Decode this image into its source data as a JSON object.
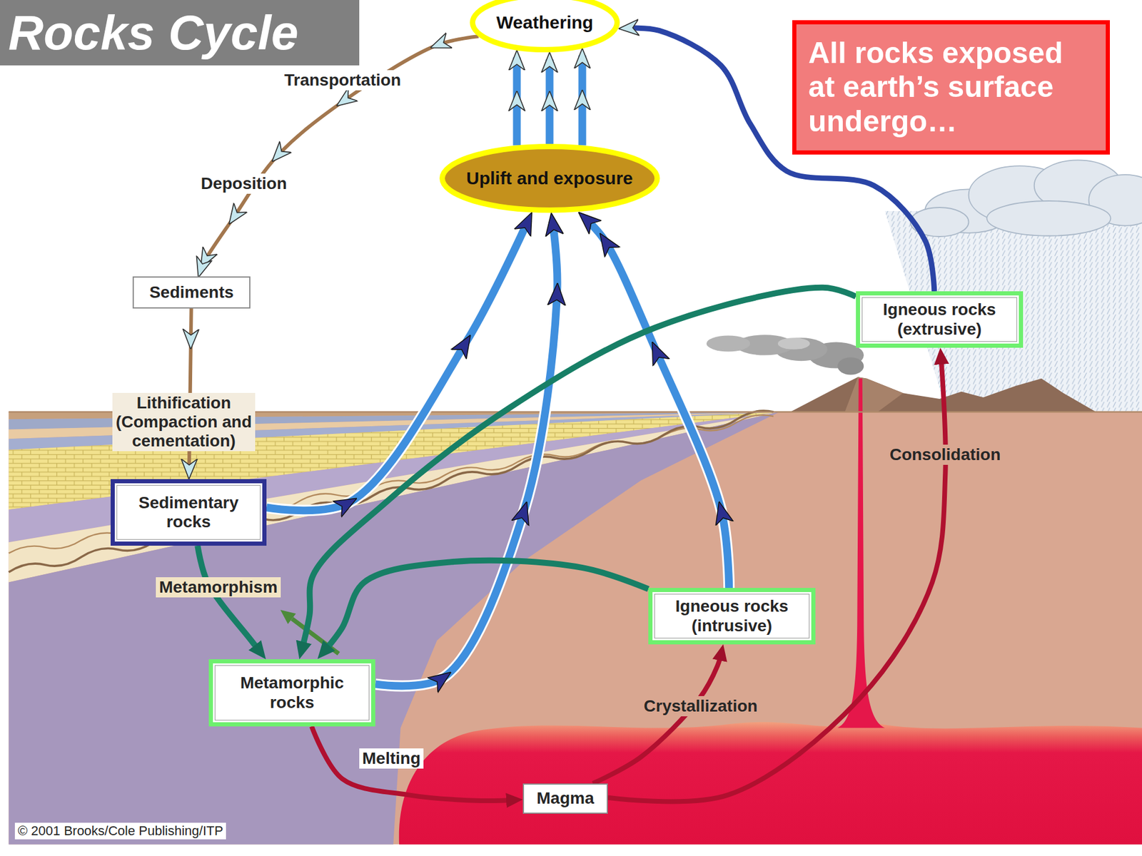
{
  "diagram": {
    "title": "Rocks Cycle",
    "nodes": [
      {
        "text": [
          "Weathering"
        ]
      },
      {
        "text": [
          "All rocks exposed at earth’s surface undergo…"
        ]
      },
      {
        "text": [
          "Uplift and exposure"
        ]
      },
      {
        "text": [
          "Sediments"
        ]
      },
      {
        "text": [
          "Igneous rocks (extrusive)"
        ]
      },
      {
        "text": [
          "Sedimentary rocks"
        ]
      },
      {
        "text": [
          "Igneous rocks (intrusive)"
        ]
      },
      {
        "text": [
          "Metamorphic rocks"
        ]
      },
      {
        "text": [
          "Magma"
        ]
      }
    ],
    "edges": [
      {
        "from": 0,
        "to": 3,
        "arrow": "to"
      },
      {
        "from": 3,
        "to": 5,
        "label": "Lithification (Compaction and cementation)",
        "arrow": "to"
      },
      {
        "from": 5,
        "to": 2,
        "arrow": "to"
      },
      {
        "from": 7,
        "to": 2,
        "arrow": "to"
      },
      {
        "from": 6,
        "to": 2,
        "arrow": "to"
      },
      {
        "from": 2,
        "to": 0,
        "arrow": "to"
      },
      {
        "from": 4,
        "to": 0,
        "arrow": "to"
      },
      {
        "from": 5,
        "to": 7,
        "label": "Metamorphism",
        "arrow": "to"
      },
      {
        "from": 4,
        "to": 7,
        "arrow": "to"
      },
      {
        "from": 6,
        "to": 7,
        "arrow": "to"
      },
      {
        "from": 7,
        "to": 8,
        "label": "Melting",
        "arrow": "to"
      },
      {
        "from": 8,
        "to": 6,
        "label": "Crystallization",
        "arrow": "to"
      },
      {
        "from": 8,
        "to": 4,
        "label": "Consolidation",
        "arrow": "to"
      }
    ],
    "labels": [
      "Transportation",
      "Deposition",
      "© 2001 Brooks/Cole Publishing/ITP"
    ]
  }
}
